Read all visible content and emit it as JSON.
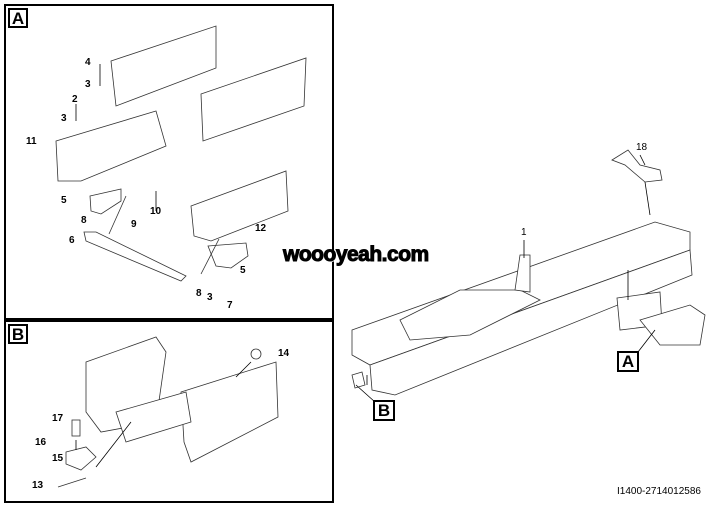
{
  "panels": {
    "a": {
      "label": "A",
      "callouts": [
        "4",
        "3",
        "2",
        "3",
        "11",
        "5",
        "10",
        "9",
        "8",
        "6",
        "12",
        "5",
        "8",
        "3",
        "7"
      ]
    },
    "b": {
      "label": "B",
      "callouts": [
        "14",
        "17",
        "16",
        "15",
        "13"
      ]
    }
  },
  "main": {
    "callouts": [
      "1",
      "18"
    ],
    "detail_tags": [
      "A",
      "B"
    ]
  },
  "watermark": "woooyeah.com",
  "image_id": "I1400-2714012586"
}
